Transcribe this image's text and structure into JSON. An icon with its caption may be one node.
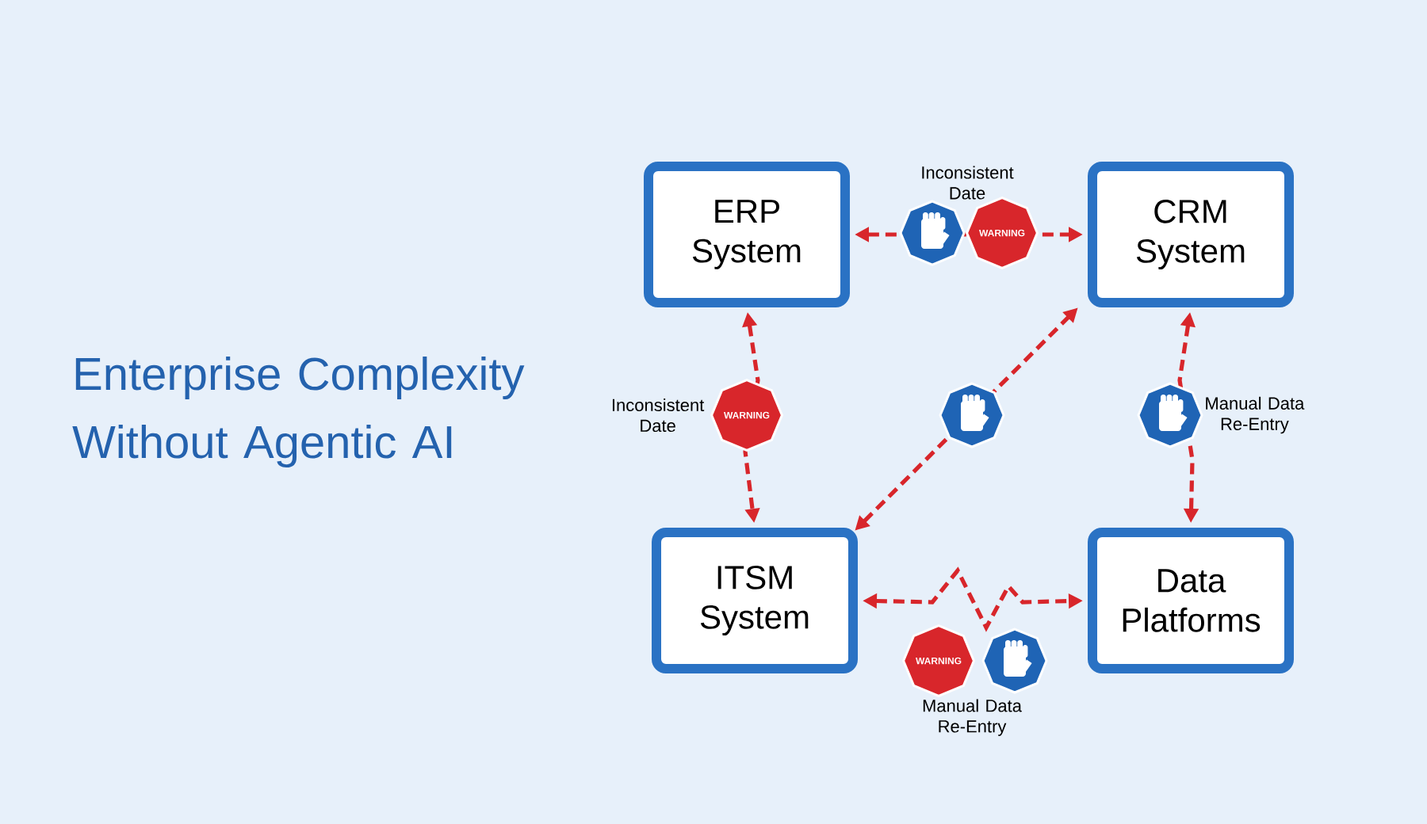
{
  "diagram": {
    "title": "Enterprise Complexity Without Agentic AI",
    "nodes": [
      {
        "text": [
          "ERP System"
        ]
      },
      {
        "text": [
          "CRM System"
        ]
      },
      {
        "text": [
          "ITSM System"
        ]
      },
      {
        "text": [
          "Data Platforms"
        ]
      }
    ],
    "edges": [
      {
        "from": 0,
        "to": 1,
        "arrow": "both",
        "style": "dashed",
        "label": "Inconsistent Date"
      },
      {
        "from": 0,
        "to": 2,
        "arrow": "both",
        "style": "dashed",
        "label": "Inconsistent Date"
      },
      {
        "from": 2,
        "to": 1,
        "arrow": "both",
        "style": "dashed"
      },
      {
        "from": 1,
        "to": 3,
        "arrow": "both",
        "style": "dashed",
        "label": "Manual Data Re-Entry"
      },
      {
        "from": 2,
        "to": 3,
        "arrow": "both",
        "style": "dashed",
        "label": "Manual Data Re-Entry"
      }
    ],
    "labels": [
      "WARNING",
      "WARNING",
      "WARNING"
    ]
  }
}
